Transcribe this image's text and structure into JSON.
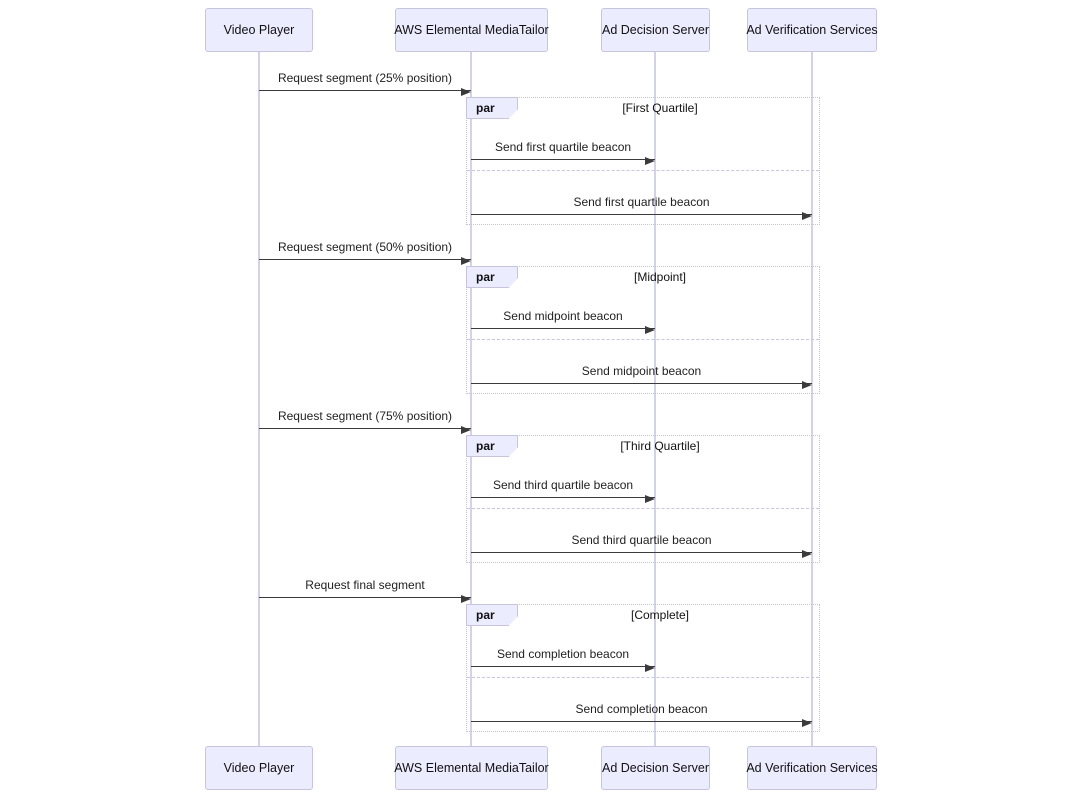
{
  "diagram": {
    "type": "sequence-diagram",
    "actors": [
      {
        "id": "video-player",
        "label": "Video Player"
      },
      {
        "id": "mediatailor",
        "label": "AWS Elemental MediaTailor"
      },
      {
        "id": "ad-decision-server",
        "label": "Ad Decision Server"
      },
      {
        "id": "ad-verification-services",
        "label": "Ad Verification Services"
      }
    ],
    "par_blocks": [
      {
        "operator": "par",
        "condition": "[First Quartile]"
      },
      {
        "operator": "par",
        "condition": "[Midpoint]"
      },
      {
        "operator": "par",
        "condition": "[Third Quartile]"
      },
      {
        "operator": "par",
        "condition": "[Complete]"
      }
    ],
    "messages": [
      {
        "from": "Video Player",
        "to": "AWS Elemental MediaTailor",
        "text": "Request segment (25% position)"
      },
      {
        "from": "AWS Elemental MediaTailor",
        "to": "Ad Decision Server",
        "text": "Send first quartile beacon"
      },
      {
        "from": "AWS Elemental MediaTailor",
        "to": "Ad Verification Services",
        "text": "Send first quartile beacon"
      },
      {
        "from": "Video Player",
        "to": "AWS Elemental MediaTailor",
        "text": "Request segment (50% position)"
      },
      {
        "from": "AWS Elemental MediaTailor",
        "to": "Ad Decision Server",
        "text": "Send midpoint beacon"
      },
      {
        "from": "AWS Elemental MediaTailor",
        "to": "Ad Verification Services",
        "text": "Send midpoint beacon"
      },
      {
        "from": "Video Player",
        "to": "AWS Elemental MediaTailor",
        "text": "Request segment (75% position)"
      },
      {
        "from": "AWS Elemental MediaTailor",
        "to": "Ad Decision Server",
        "text": "Send third quartile beacon"
      },
      {
        "from": "AWS Elemental MediaTailor",
        "to": "Ad Verification Services",
        "text": "Send third quartile beacon"
      },
      {
        "from": "Video Player",
        "to": "AWS Elemental MediaTailor",
        "text": "Request final segment"
      },
      {
        "from": "AWS Elemental MediaTailor",
        "to": "Ad Decision Server",
        "text": "Send completion beacon"
      },
      {
        "from": "AWS Elemental MediaTailor",
        "to": "Ad Verification Services",
        "text": "Send completion beacon"
      }
    ],
    "colors": {
      "actor_fill": "#ECECFF",
      "actor_border": "#c6c2e8",
      "lifeline": "#d4d1ec",
      "par_border": "#c3bff0",
      "arrow": "#3b3b3b",
      "background": "#ffffff"
    }
  }
}
